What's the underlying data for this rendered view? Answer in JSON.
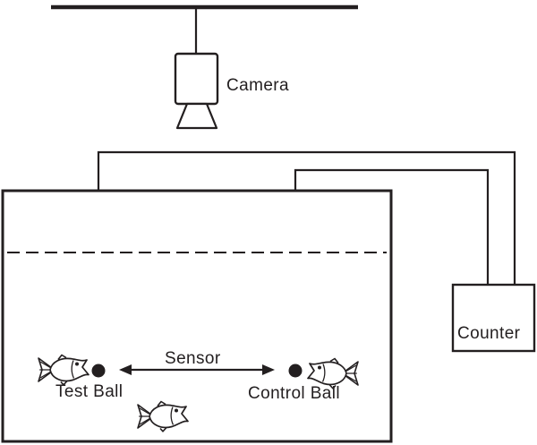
{
  "diagram": {
    "description": "Schematic of fish-tank experiment: overhead camera, tank with water line, two suspended balls wired to a counter, sensor distance arrow, three fish",
    "labels": {
      "camera": "Camera",
      "counter": "Counter",
      "sensor": "Sensor",
      "test_ball": "Test Ball",
      "control_ball": "Control Ball"
    },
    "colors": {
      "line": "#231f20",
      "background": "#ffffff",
      "ball_fill": "#231f20"
    },
    "fish_count": 3
  }
}
